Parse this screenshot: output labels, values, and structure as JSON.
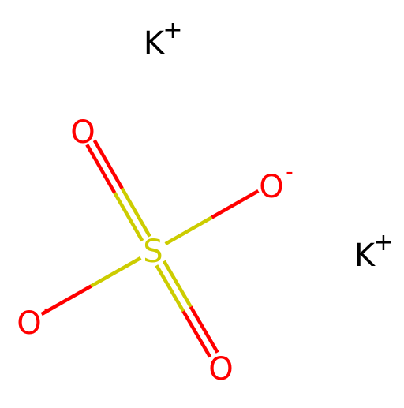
{
  "molecule": {
    "atoms": [
      {
        "id": "S1",
        "symbol": "S",
        "charge": "",
        "color": "#CCCC00"
      },
      {
        "id": "O1",
        "symbol": "O",
        "charge": "",
        "color": "#FF0000"
      },
      {
        "id": "O2",
        "symbol": "O",
        "charge": "-",
        "color": "#FF0000"
      },
      {
        "id": "O3",
        "symbol": "O",
        "charge": "-",
        "color": "#FF0000"
      },
      {
        "id": "O4",
        "symbol": "O",
        "charge": "",
        "color": "#FF0000"
      },
      {
        "id": "K1",
        "symbol": "K",
        "charge": "+",
        "color": "#000000"
      },
      {
        "id": "K2",
        "symbol": "K",
        "charge": "+",
        "color": "#000000"
      }
    ],
    "bonds": [
      {
        "from": "S1",
        "to": "O1",
        "order": 2
      },
      {
        "from": "S1",
        "to": "O2",
        "order": 1
      },
      {
        "from": "S1",
        "to": "O3",
        "order": 1
      },
      {
        "from": "S1",
        "to": "O4",
        "order": 2
      }
    ]
  }
}
